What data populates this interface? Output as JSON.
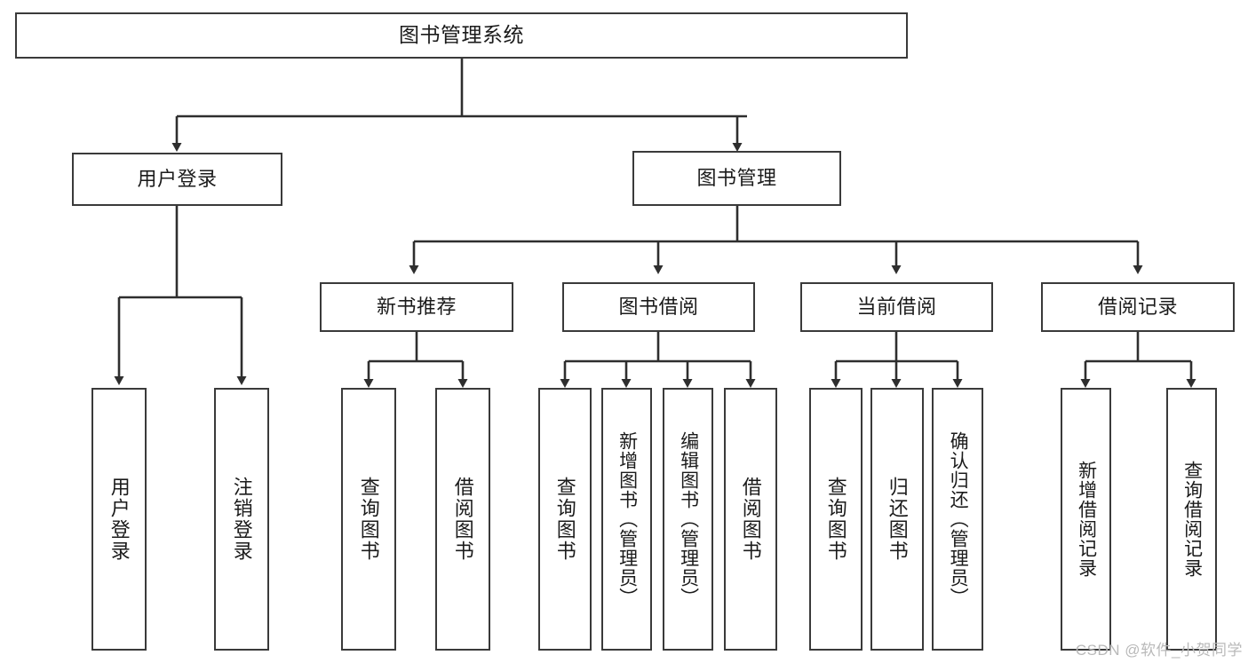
{
  "diagram": {
    "title": "图书管理系统",
    "type": "tree",
    "root": {
      "label": "图书管理系统"
    },
    "level1": [
      {
        "label": "用户登录"
      },
      {
        "label": "图书管理"
      }
    ],
    "level2": [
      {
        "label": "新书推荐"
      },
      {
        "label": "图书借阅"
      },
      {
        "label": "当前借阅"
      },
      {
        "label": "借阅记录"
      }
    ],
    "leaves": {
      "user_login": [
        {
          "label": "用户登录"
        },
        {
          "label": "注销登录"
        }
      ],
      "new_book_recommend": [
        {
          "label": "查询图书"
        },
        {
          "label": "借阅图书"
        }
      ],
      "book_borrow": [
        {
          "label": "查询图书"
        },
        {
          "label": "新增图书（管理员）"
        },
        {
          "label": "编辑图书（管理员）"
        },
        {
          "label": "借阅图书"
        }
      ],
      "current_borrow": [
        {
          "label": "查询图书"
        },
        {
          "label": "归还图书"
        },
        {
          "label": "确认归还（管理员）"
        }
      ],
      "borrow_record": [
        {
          "label": "新增借阅记录"
        },
        {
          "label": "查询借阅记录"
        }
      ]
    }
  },
  "watermark": {
    "text": "CSDN @软件_小贺同学"
  },
  "colors": {
    "border": "#3a3a3a",
    "background": "#ffffff",
    "text": "#1b1b1b",
    "watermark": "#b9b9b9"
  }
}
